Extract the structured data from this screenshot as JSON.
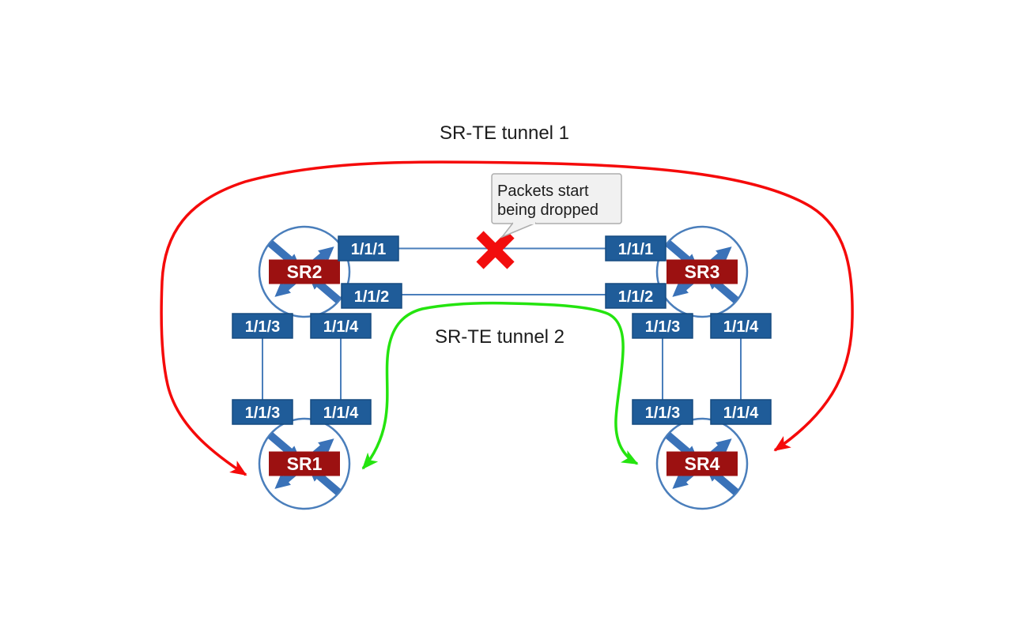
{
  "labels": {
    "tunnel1": "SR-TE tunnel 1",
    "tunnel2": "SR-TE tunnel 2"
  },
  "callout": {
    "line1": "Packets start",
    "line2": "being dropped"
  },
  "routers": {
    "sr1": {
      "name": "SR1"
    },
    "sr2": {
      "name": "SR2"
    },
    "sr3": {
      "name": "SR3"
    },
    "sr4": {
      "name": "SR4"
    }
  },
  "ports": {
    "sr2_p1": "1/1/1",
    "sr2_p2": "1/1/2",
    "sr2_p3": "1/1/3",
    "sr2_p4": "1/1/4",
    "sr3_p1": "1/1/1",
    "sr3_p2": "1/1/2",
    "sr3_p3": "1/1/3",
    "sr3_p4": "1/1/4",
    "sr1_p3": "1/1/3",
    "sr1_p4": "1/1/4",
    "sr4_p3": "1/1/3",
    "sr4_p4": "1/1/4"
  },
  "colors": {
    "circle_blue": "#4A7EBB",
    "icon_blue": "#3A72B8",
    "link_blue": "#4A7EBB",
    "port_fill": "#1F5C99",
    "port_border": "#164B80",
    "router_red": "#9C1111",
    "tunnel1_red": "#F50A0A",
    "tunnel2_green": "#24E40F",
    "x_red": "#F20D0D",
    "callout_fill": "#F1F1F1",
    "callout_border": "#ADADAD",
    "text_dark": "#1C1C1C"
  }
}
